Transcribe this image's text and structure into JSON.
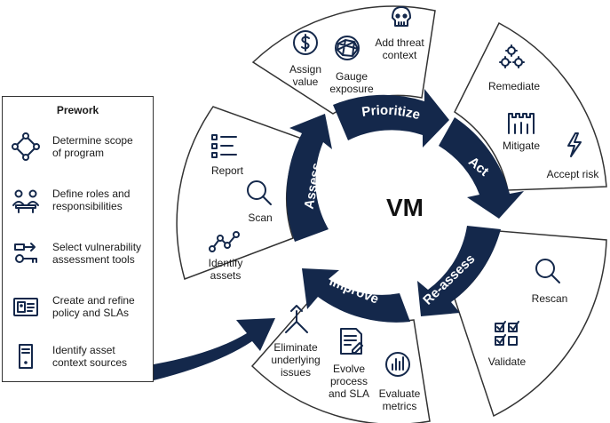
{
  "prework": {
    "title": "Prework",
    "items": [
      {
        "line1": "Determine scope",
        "line2": "of program",
        "icon": "network-diamond-icon"
      },
      {
        "line1": "Define roles and",
        "line2": "responsibilities",
        "icon": "team-icon"
      },
      {
        "line1": "Select vulnerability",
        "line2": "assessment tools",
        "icon": "tools-icon"
      },
      {
        "line1": "Create and refine",
        "line2": "policy and SLAs",
        "icon": "id-card-icon"
      },
      {
        "line1": "Identify asset",
        "line2": "context sources",
        "icon": "server-icon"
      }
    ]
  },
  "center": {
    "label": "VM"
  },
  "phases": {
    "prioritize": {
      "label": "Prioritize",
      "items": [
        {
          "line1": "Assign",
          "line2": "value",
          "icon": "dollar-icon"
        },
        {
          "line1": "Gauge",
          "line2": "exposure",
          "icon": "globe-mesh-icon"
        },
        {
          "line1": "Add threat",
          "line2": "context",
          "icon": "skull-icon"
        }
      ]
    },
    "act": {
      "label": "Act",
      "items": [
        {
          "line1": "Remediate",
          "icon": "gears-icon"
        },
        {
          "line1": "Mitigate",
          "icon": "castle-icon"
        },
        {
          "line1": "Accept risk",
          "icon": "lightning-icon"
        }
      ]
    },
    "reassess": {
      "label": "Re-assess",
      "items": [
        {
          "line1": "Rescan",
          "icon": "magnifier-icon"
        },
        {
          "line1": "Validate",
          "icon": "checklist-icon"
        }
      ]
    },
    "improve": {
      "label": "Improve",
      "items": [
        {
          "line1": "Eliminate",
          "line2": "underlying",
          "line3": "issues",
          "icon": "merge-arrows-icon"
        },
        {
          "line1": "Evolve",
          "line2": "process",
          "line3": "and SLA",
          "icon": "document-icon"
        },
        {
          "line1": "Evaluate",
          "line2": "metrics",
          "icon": "metrics-icon"
        }
      ]
    },
    "assess": {
      "label": "Assess",
      "items": [
        {
          "line1": "Report",
          "icon": "list-icon"
        },
        {
          "line1": "Scan",
          "icon": "magnifier-icon"
        },
        {
          "line1": "Identify",
          "line2": "assets",
          "icon": "nodes-icon"
        }
      ]
    }
  },
  "colors": {
    "navy": "#14284b",
    "outline": "#333333"
  }
}
